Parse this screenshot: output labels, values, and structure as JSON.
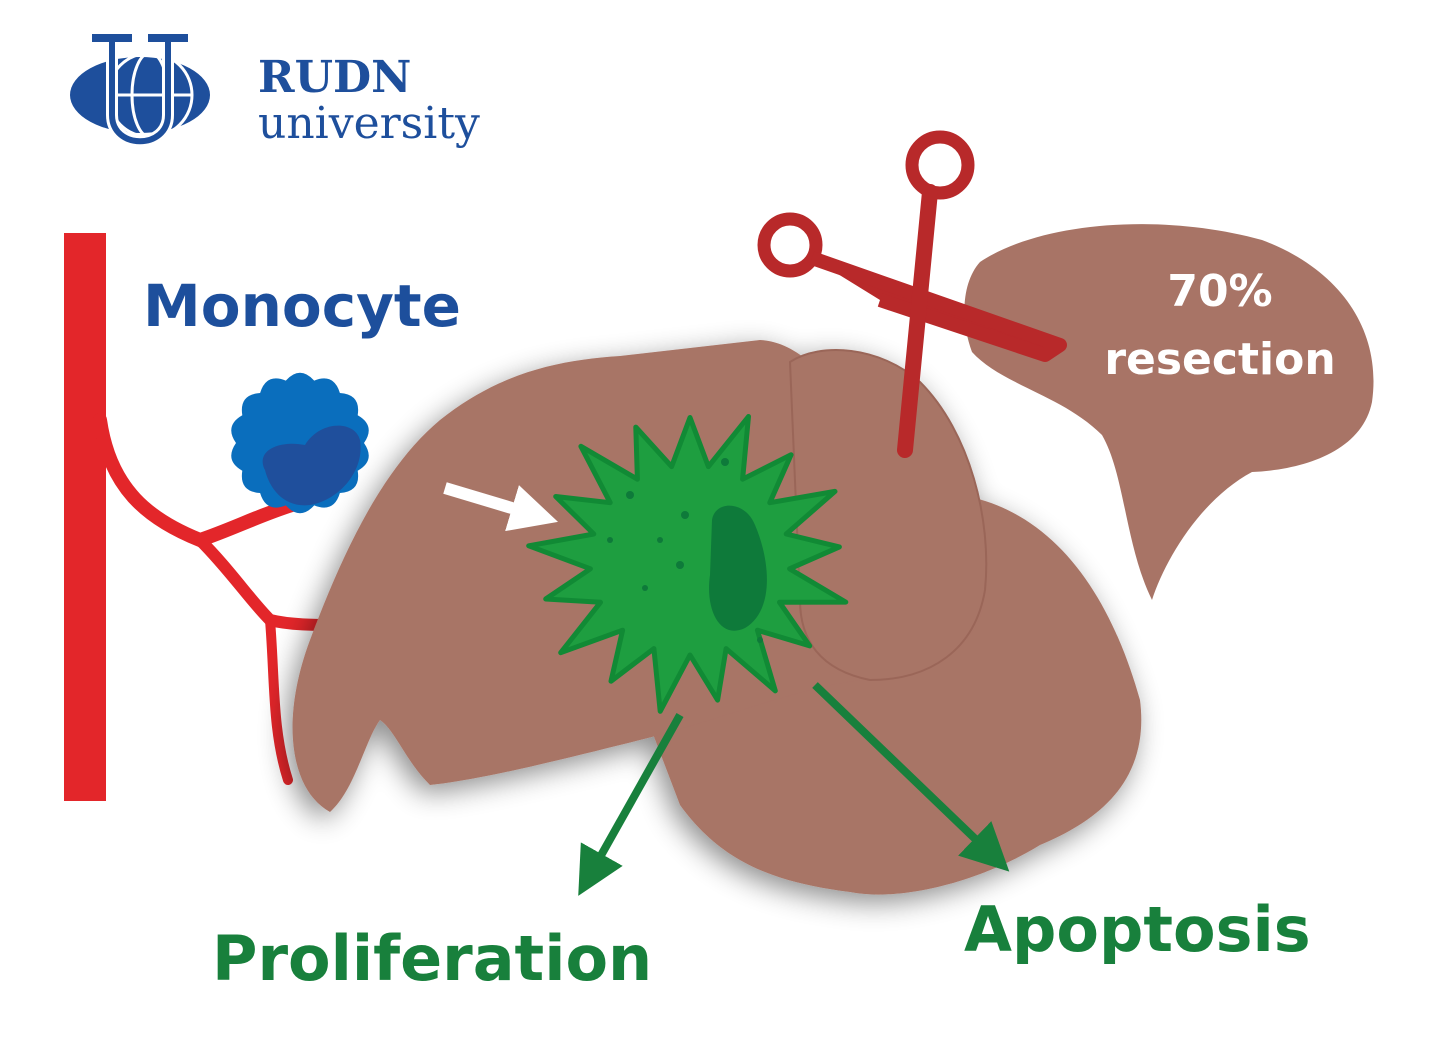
{
  "logo": {
    "line1": "RUDN",
    "line2": "university"
  },
  "labels": {
    "monocyte": "Monocyte",
    "resection_pct": "70%",
    "resection": "resection",
    "proliferation": "Proliferation",
    "apoptosis": "Apoptosis"
  },
  "colors": {
    "liver": "#a87466",
    "vessel": "#e3262a",
    "monocyte": "#0a6ebd",
    "monocyte_nucleus": "#1f4f9c",
    "macrophage": "#1e9e40",
    "macrophage_nucleus": "#0e7a3a",
    "scissors": "#b8292a",
    "text_green": "#18803c",
    "text_blue": "#1d4f9c"
  }
}
